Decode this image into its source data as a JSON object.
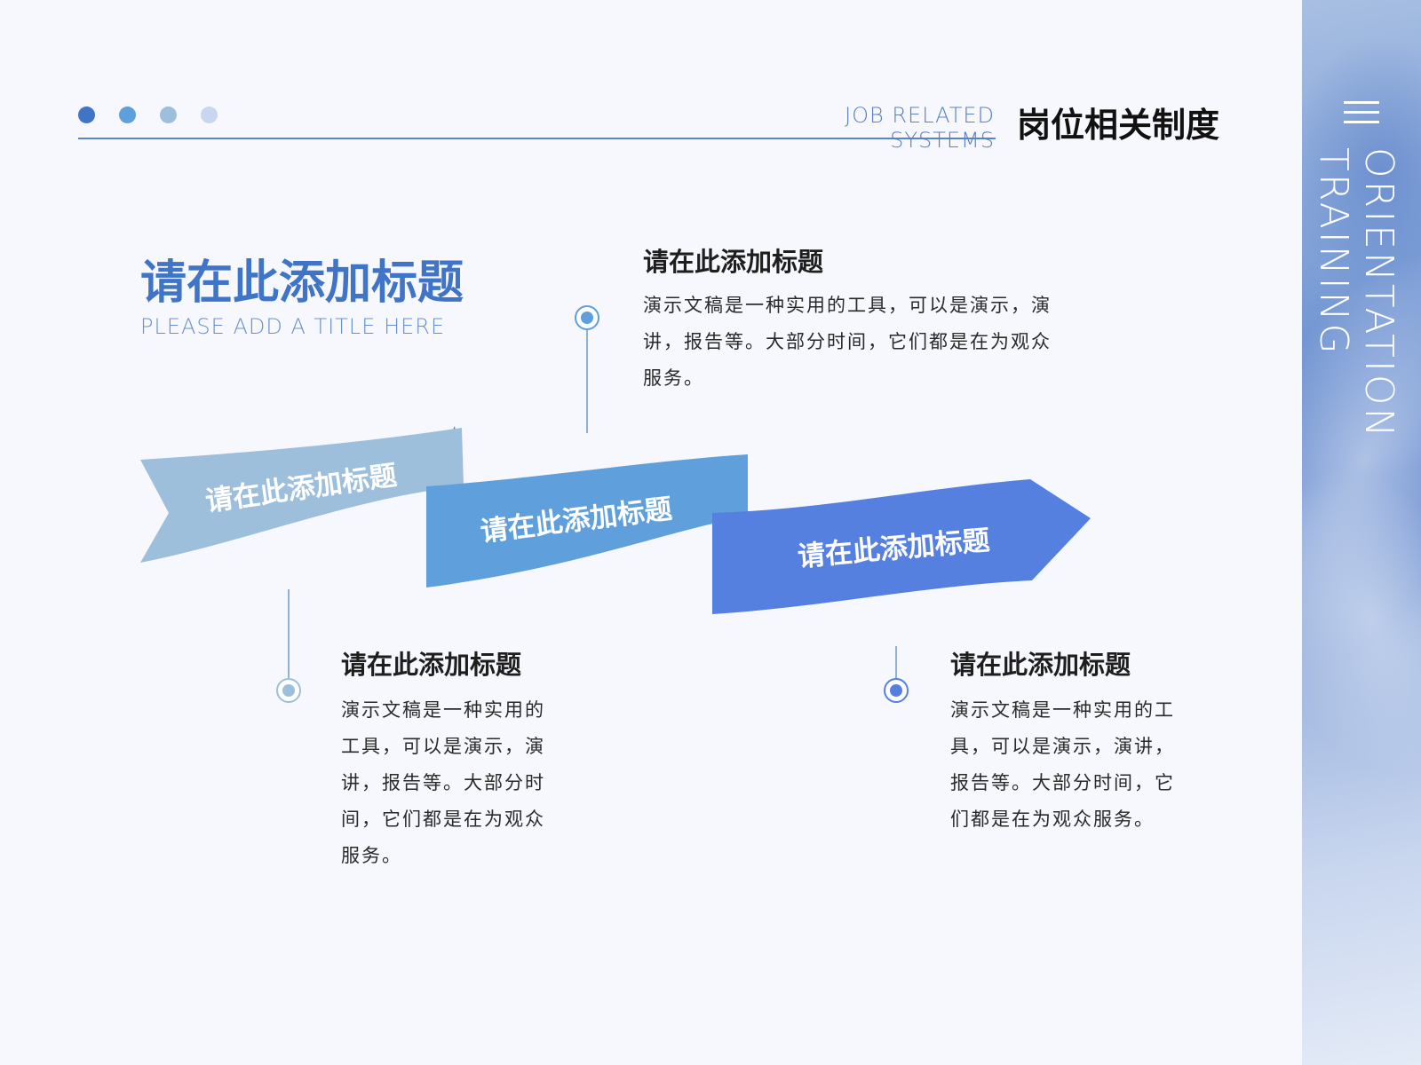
{
  "header": {
    "title_en": "JOB RELATED SYSTEMS",
    "title_cn": "岗位相关制度"
  },
  "side_panel": {
    "vertical_text": "ORIENTATION TRAINING",
    "icon": "menu-lines-icon"
  },
  "main": {
    "title": "请在此添加标题",
    "subtitle": "PLEASE ADD A TITLE HERE"
  },
  "ribbons": [
    {
      "label": "请在此添加标题",
      "color": "#9dbfdc"
    },
    {
      "label": "请在此添加标题",
      "color": "#5fa0dc"
    },
    {
      "label": "请在此添加标题",
      "color": "#5580e0"
    }
  ],
  "callouts": [
    {
      "title": "请在此添加标题",
      "body": "演示文稿是一种实用的工具，可以是演示，演讲，报告等。大部分时间，它们都是在为观众服务。",
      "marker_color": "#5fa0dc"
    },
    {
      "title": "请在此添加标题",
      "body": "演示文稿是一种实用的工具，可以是演示，演讲，报告等。大部分时间，它们都是在为观众服务。",
      "marker_color": "#9dbfdc"
    },
    {
      "title": "请在此添加标题",
      "body": "演示文稿是一种实用的工具，可以是演示，演讲，报告等。大部分时间，它们都是在为观众服务。",
      "marker_color": "#5580e0"
    }
  ],
  "colors": {
    "accent": "#3f74c6",
    "dots": [
      "#3f74c6",
      "#5fa0dc",
      "#9dbfdc",
      "#c9d7ee"
    ]
  }
}
